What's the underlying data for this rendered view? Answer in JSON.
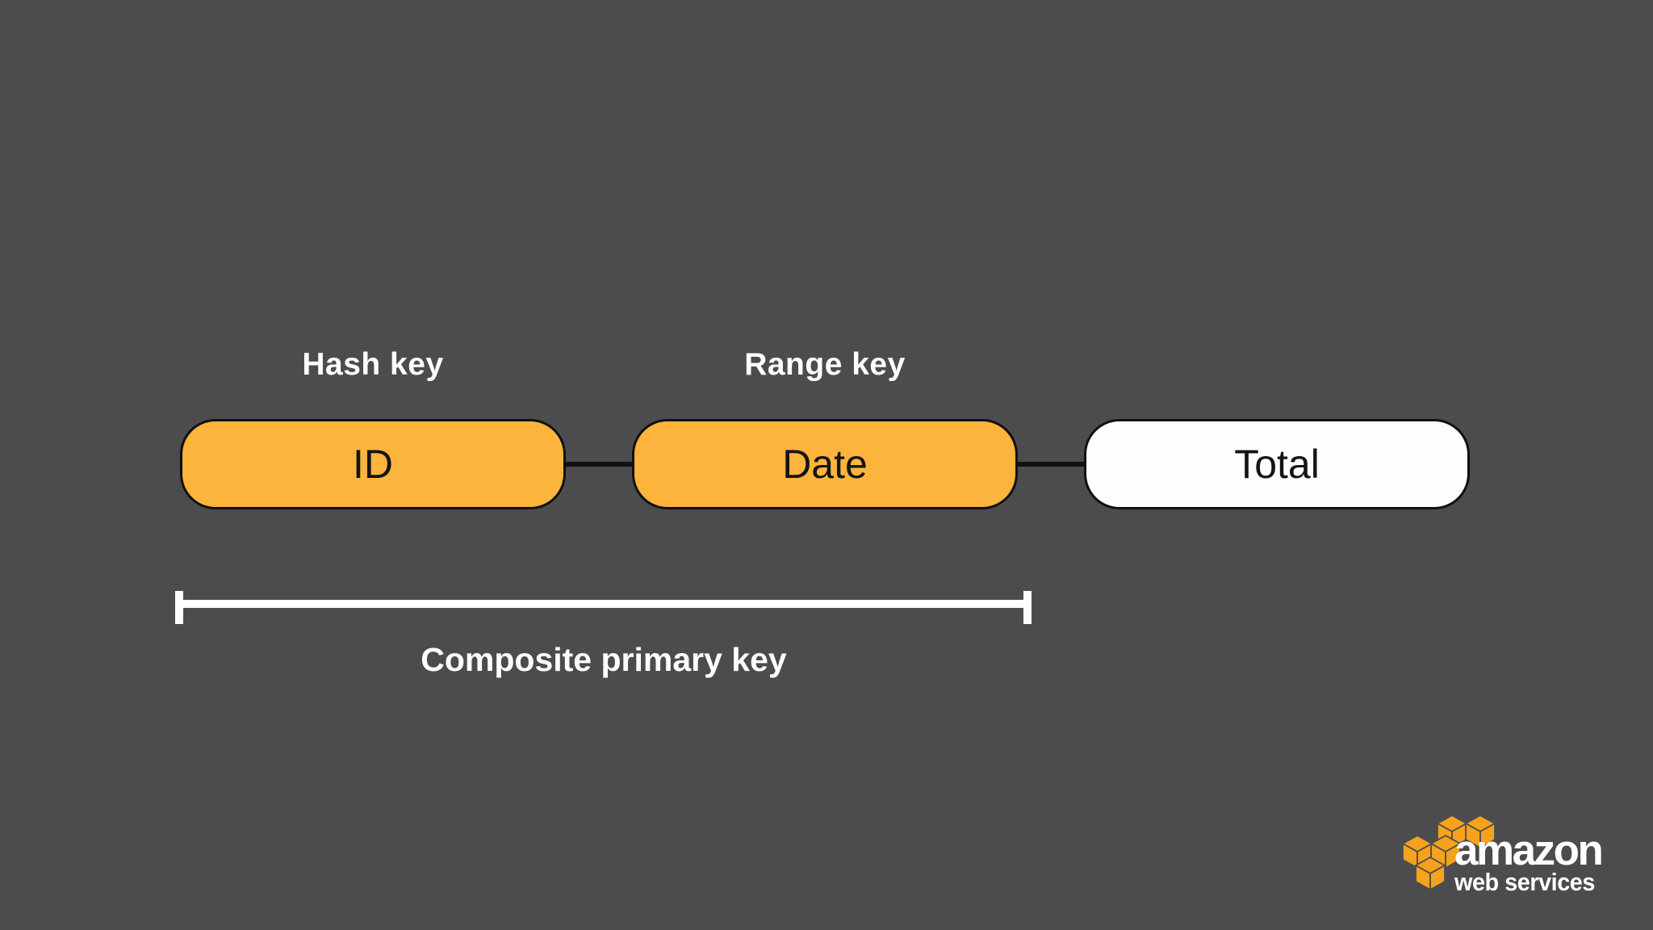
{
  "slide": {
    "background_color": "#4C4C4F",
    "key_labels": {
      "hash": "Hash key",
      "range": "Range key"
    },
    "attributes": [
      {
        "name": "ID",
        "role": "hash-key",
        "fill": "#FCB43C"
      },
      {
        "name": "Date",
        "role": "range-key",
        "fill": "#FCB43C"
      },
      {
        "name": "Total",
        "role": "attribute",
        "fill": "#FEFEFE"
      }
    ],
    "bracket_label": "Composite primary key",
    "colors": {
      "attribute_orange": "#FCB43C",
      "attribute_white": "#FEFEFE",
      "outline_black": "#111111",
      "text_light": "#FFFFFF",
      "text_dark": "#141414",
      "aws_cube_orange": "#F7A21C"
    }
  },
  "logo": {
    "brand": "amazon",
    "sub": "web services",
    "icon": "aws-cubes-icon"
  }
}
